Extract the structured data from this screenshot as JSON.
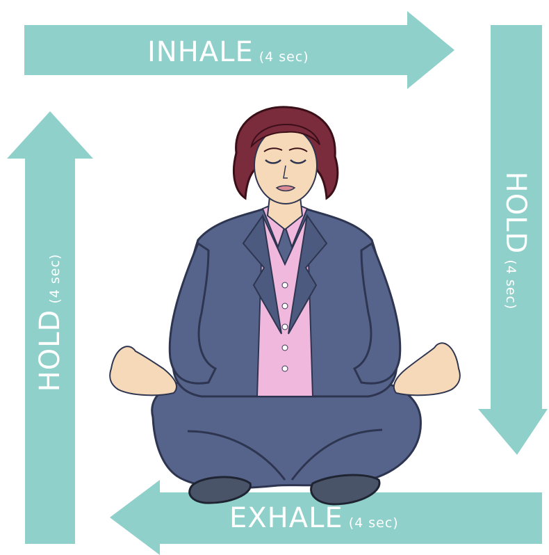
{
  "colors": {
    "arrow": "#8fd0ca",
    "label": "#ffffff",
    "suit": "#56648c",
    "suit_dark": "#3d4869",
    "shirt": "#f1b8dd",
    "skin": "#f6d9b8",
    "hair": "#7a2b3c",
    "shoe": "#4a5468"
  },
  "steps": {
    "inhale": {
      "title": "INHALE",
      "duration": "(4 sec)"
    },
    "hold_right": {
      "title": "HOLD",
      "duration": "(4 sec)"
    },
    "exhale": {
      "title": "EXHALE",
      "duration": "(4 sec)"
    },
    "hold_left": {
      "title": "HOLD",
      "duration": "(4 sec)"
    }
  },
  "illustration": {
    "subject": "meditating-woman-in-suit",
    "eyes": "closed"
  }
}
